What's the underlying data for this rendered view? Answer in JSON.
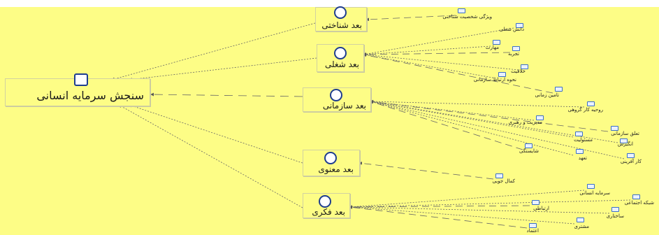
{
  "colors": {
    "background": "#fdfd86",
    "node_outline": "#1e3d8f",
    "leaf_icon": "#3a6ec8",
    "edge": "#666666"
  },
  "root": {
    "label": "سنجش سرمایه انسانی",
    "icon": "square-icon"
  },
  "dimensions": [
    {
      "id": "cognitive",
      "label": "بعد شناختی",
      "icon": "circle-icon"
    },
    {
      "id": "occupational",
      "label": "بعد شغلی",
      "icon": "circle-icon"
    },
    {
      "id": "organizational",
      "label": "بعد سازمانی",
      "icon": "circle-icon"
    },
    {
      "id": "spiritual",
      "label": "بعد معنوی",
      "icon": "circle-icon"
    },
    {
      "id": "intellectual",
      "label": "بعد فکری",
      "icon": "circle-icon"
    }
  ],
  "leaves": [
    {
      "label": "ویژگی شخصیت شناختی",
      "parent": "cognitive"
    },
    {
      "label": "دانش شغلی",
      "parent": "occupational"
    },
    {
      "label": "مهارت",
      "parent": "occupational"
    },
    {
      "label": "تجربه",
      "parent": "occupational"
    },
    {
      "label": "خلاقیت",
      "parent": "occupational"
    },
    {
      "label": "نحوه ارتباط سازمانی",
      "parent": "occupational"
    },
    {
      "label": "تامین زمانی",
      "parent": "occupational"
    },
    {
      "label": "روحیه کار گروهی",
      "parent": "organizational"
    },
    {
      "label": "مدیریت و رهبری",
      "parent": "organizational"
    },
    {
      "label": "تعلق سازمانی",
      "parent": "organizational"
    },
    {
      "label": "انگیزش",
      "parent": "organizational"
    },
    {
      "label": "مسئولیت",
      "parent": "organizational"
    },
    {
      "label": "شایستگی",
      "parent": "organizational"
    },
    {
      "label": "تعهد",
      "parent": "organizational"
    },
    {
      "label": "کار آفرینی",
      "parent": "organizational"
    },
    {
      "label": "کمال جویی",
      "parent": "spiritual"
    },
    {
      "label": "سرمایه انسانی",
      "parent": "intellectual"
    },
    {
      "label": "شبکه اجتماعی",
      "parent": "intellectual"
    },
    {
      "label": "ارتباطی",
      "parent": "intellectual"
    },
    {
      "label": "ساختاری",
      "parent": "intellectual"
    },
    {
      "label": "مشتری",
      "parent": "intellectual"
    },
    {
      "label": "اعتماد",
      "parent": "intellectual"
    }
  ]
}
